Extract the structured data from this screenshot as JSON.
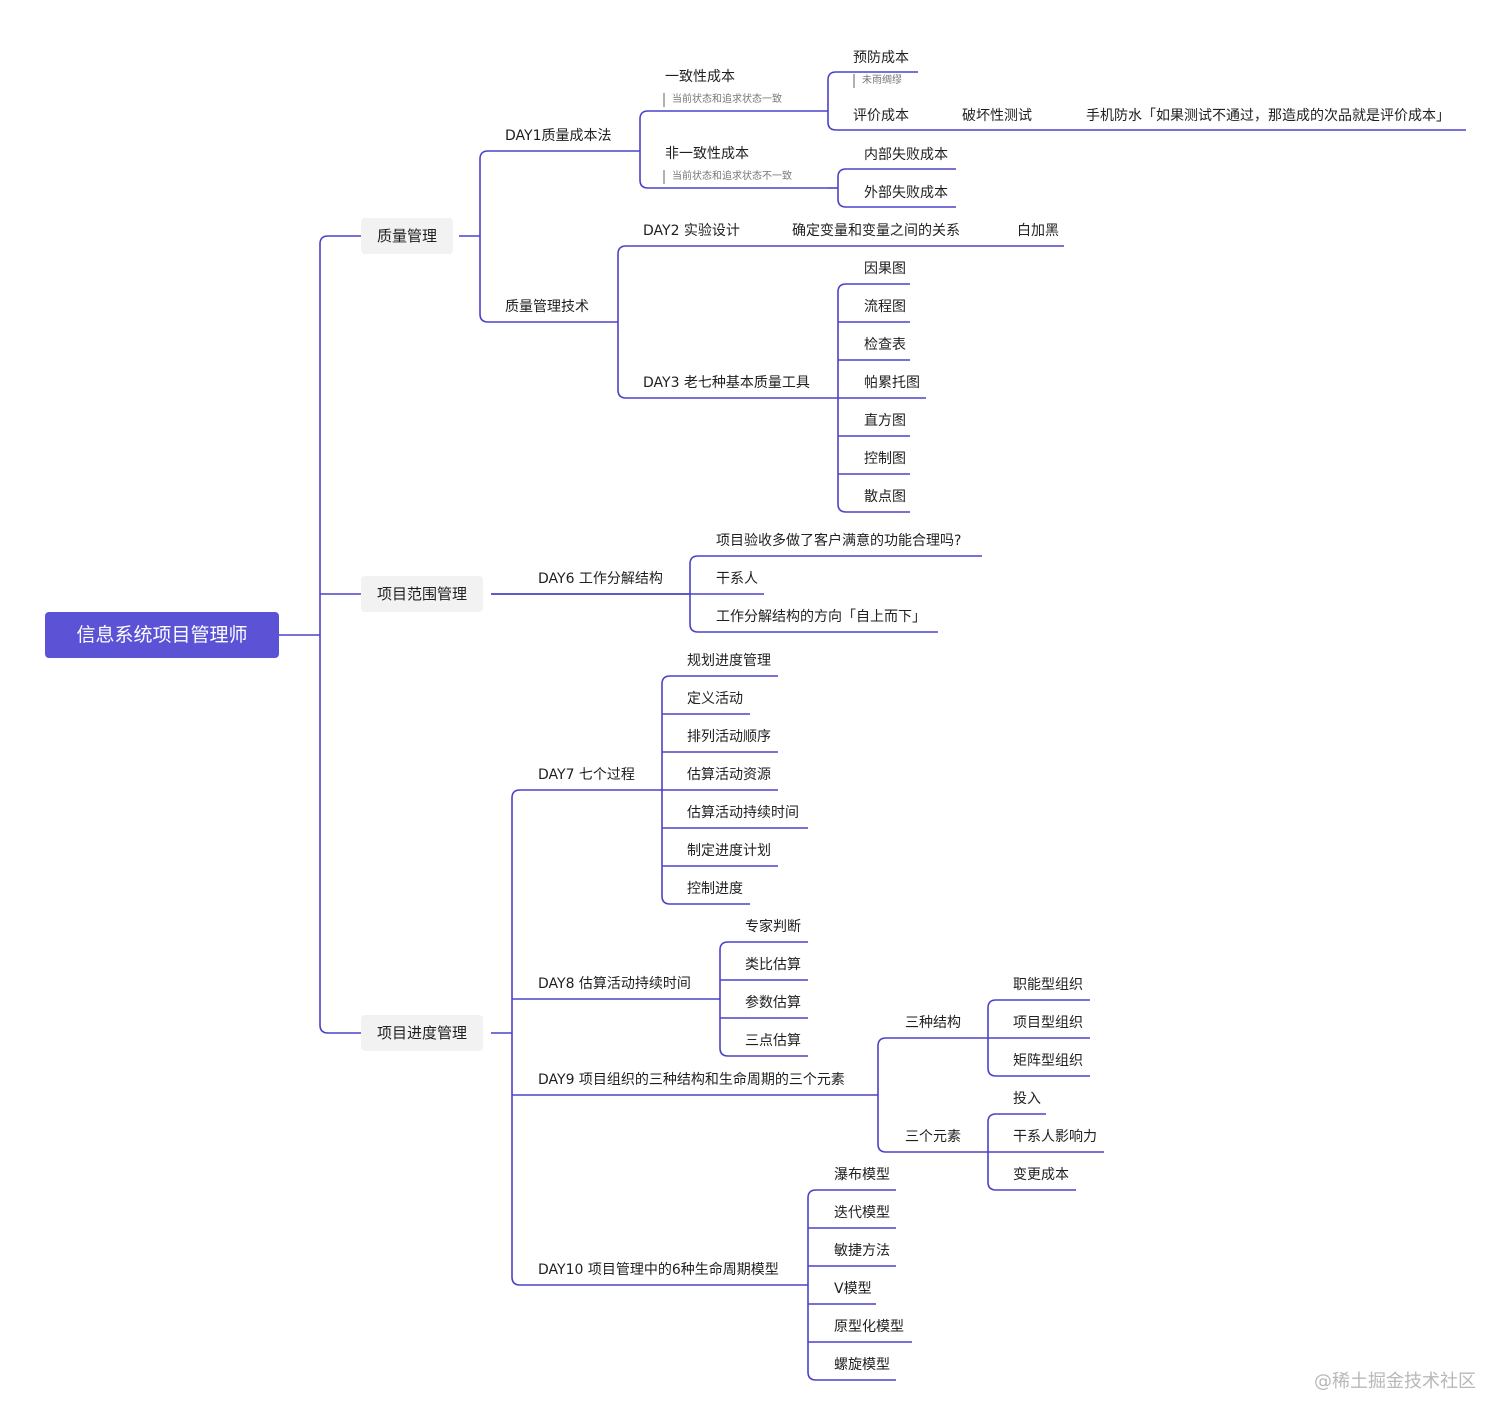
{
  "colors": {
    "accent": "#5b52d6",
    "line": "#4b42c8",
    "branch_bg": "#f2f2f2"
  },
  "root": "信息系统项目管理师",
  "quality": {
    "title": "质量管理",
    "day1": "DAY1质量成本法",
    "conformance": "一致性成本",
    "conformance_note": "当前状态和追求状态一致",
    "prevention": "预防成本",
    "prevention_note": "未雨绸缪",
    "appraisal": "评价成本",
    "destructive": "破坏性测试",
    "phone": "手机防水「如果测试不通过，那造成的次品就是评价成本」",
    "nonconformance": "非一致性成本",
    "nonconformance_note": "当前状态和追求状态不一致",
    "internal": "内部失败成本",
    "external": "外部失败成本",
    "tech": "质量管理技术",
    "day2": "DAY2 实验设计",
    "variables": "确定变量和变量之间的关系",
    "white": "白加黑",
    "day3": "DAY3 老七种基本质量工具",
    "tools": [
      "因果图",
      "流程图",
      "检查表",
      "帕累托图",
      "直方图",
      "控制图",
      "散点图"
    ]
  },
  "scope": {
    "title": "项目范围管理",
    "day6": "DAY6 工作分解结构",
    "items": [
      "项目验收多做了客户满意的功能合理吗?",
      "干系人",
      "工作分解结构的方向「自上而下」"
    ]
  },
  "schedule": {
    "title": "项目进度管理",
    "day7": "DAY7 七个过程",
    "processes": [
      "规划进度管理",
      "定义活动",
      "排列活动顺序",
      "估算活动资源",
      "估算活动持续时间",
      "制定进度计划",
      "控制进度"
    ],
    "day8": "DAY8 估算活动持续时间",
    "estimates": [
      "专家判断",
      "类比估算",
      "参数估算",
      "三点估算"
    ],
    "day9": "DAY9 项目组织的三种结构和生命周期的三个元素",
    "structures": "三种结构",
    "structure_items": [
      "职能型组织",
      "项目型组织",
      "矩阵型组织"
    ],
    "elements": "三个元素",
    "element_items": [
      "投入",
      "干系人影响力",
      "变更成本"
    ],
    "day10": "DAY10 项目管理中的6种生命周期模型",
    "models": [
      "瀑布模型",
      "迭代模型",
      "敏捷方法",
      "V模型",
      "原型化模型",
      "螺旋模型"
    ]
  },
  "watermark": "@稀土掘金技术社区"
}
